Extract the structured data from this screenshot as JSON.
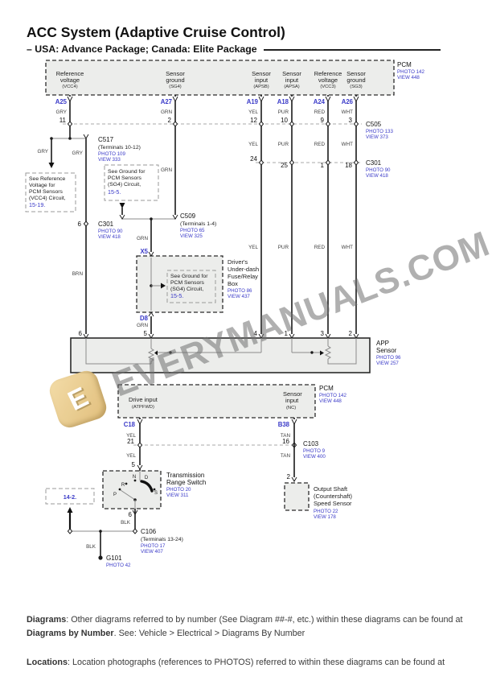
{
  "page": {
    "title": "ACC System (Adaptive Cruise Control)",
    "subtitle": "– USA: Advance Package; Canada: Elite Package"
  },
  "watermark": {
    "text": "EVERYMANUALS.COM",
    "logo_letter": "E"
  },
  "pcm_top": {
    "name": "PCM",
    "photo": "PHOTO 142",
    "view": "VIEW 448",
    "t": [
      {
        "l1": "Reference",
        "l2": "voltage",
        "l3": "(VCC4)",
        "pin": "A25",
        "w": "GRY"
      },
      {
        "l1": "Sensor",
        "l2": "ground",
        "l3": "(SG4)",
        "pin": "A27",
        "w": "GRN"
      },
      {
        "l1": "Sensor",
        "l2": "input",
        "l3": "(APSB)",
        "pin": "A19",
        "w": "YEL"
      },
      {
        "l1": "Sensor",
        "l2": "input",
        "l3": "(APSA)",
        "pin": "A18",
        "w": "PUR"
      },
      {
        "l1": "Reference",
        "l2": "voltage",
        "l3": "(VCC3)",
        "pin": "A24",
        "w": "RED"
      },
      {
        "l1": "Sensor",
        "l2": "ground",
        "l3": "(SG3)",
        "pin": "A26",
        "w": "WHT"
      }
    ]
  },
  "c505": {
    "name": "C505",
    "photo": "PHOTO 133",
    "view": "VIEW 373",
    "pins": [
      "11",
      "2",
      "12",
      "10",
      "9",
      "3"
    ]
  },
  "c301_row": {
    "name": "C301",
    "photo": "PHOTO 90",
    "view": "VIEW 418",
    "pins": [
      "24",
      "25",
      "1",
      "18"
    ]
  },
  "c517": {
    "name": "C517",
    "sub": "(Terminals 10-12)",
    "photo": "PHOTO 109",
    "view": "VIEW 333"
  },
  "ref_note": {
    "l1": "See Reference",
    "l2": "Voltage for",
    "l3": "PCM Sensors",
    "l4": "(VCC4) Circuit,",
    "link": "15-19."
  },
  "gnd_note": {
    "l1": "See Ground for",
    "l2": "PCM Sensors",
    "l3": "(SG4) Circuit,",
    "link": "15-5."
  },
  "c301_left": {
    "pin": "6",
    "name": "C301",
    "photo": "PHOTO 90",
    "view": "VIEW 418"
  },
  "c509": {
    "name": "C509",
    "sub": "(Terminals 1-4)",
    "photo": "PHOTO 65",
    "view": "VIEW 325"
  },
  "fuse_box": {
    "x5": "X5",
    "d8": "D8",
    "l1": "Driver's",
    "l2": "Under-dash",
    "l3": "Fuse/Relay",
    "l4": "Box",
    "photo": "PHOTO 86",
    "view": "VIEW 437",
    "note": {
      "l1": "See Ground for",
      "l2": "PCM Sensors",
      "l3": "(SG4) Circuit,",
      "link": "15-5."
    }
  },
  "wires": {
    "gry1": "GRY",
    "grn1": "GRN",
    "yel1": "YEL",
    "pur1": "PUR",
    "red1": "RED",
    "wht1": "WHT",
    "yel2": "YEL",
    "pur2": "PUR",
    "red2": "RED",
    "wht2": "WHT",
    "yel3": "YEL",
    "pur3": "PUR",
    "red3": "RED",
    "wht3": "WHT",
    "gry_branch": "GRY",
    "gry_c517": "GRY",
    "grn_a27": "GRN",
    "grn_c509": "GRN",
    "grn_d8": "GRN",
    "brn": "BRN",
    "yel_c18a": "YEL",
    "yel_c18b": "YEL",
    "tan_b38a": "TAN",
    "tan_b38b": "TAN",
    "blk_trs": "BLK",
    "blk_g101": "BLK"
  },
  "app_sensor": {
    "name1": "APP",
    "name2": "Sensor",
    "photo": "PHOTO 96",
    "view": "VIEW 257",
    "pins": [
      "6",
      "5",
      "4",
      "1",
      "3",
      "2"
    ]
  },
  "pcm_lower": {
    "name": "PCM",
    "photo": "PHOTO 142",
    "view": "VIEW 448",
    "drive1": "Drive input",
    "drive2": "(ATPFWD)",
    "sens1": "Sensor",
    "sens2": "input",
    "sens3": "(NC)",
    "c18": "C18",
    "b38": "B38",
    "pin21": "21",
    "pin16": "16",
    "pin5": "5",
    "pin2": "2"
  },
  "c103": {
    "name": "C103",
    "photo": "PHOTO 9",
    "view": "VIEW 400"
  },
  "trs": {
    "name1": "Transmission",
    "name2": "Range Switch",
    "photo": "PHOTO 20",
    "view": "VIEW 311",
    "p": "P",
    "r": "R",
    "n": "N",
    "d": "D",
    "s": "S",
    "pin6": "6"
  },
  "ref142": {
    "link": "14-2."
  },
  "c106": {
    "name": "C106",
    "sub": "(Terminals 13-24)",
    "photo": "PHOTO 17",
    "view": "VIEW 407"
  },
  "g101": {
    "name": "G101",
    "photo": "PHOTO 42"
  },
  "oss": {
    "l1": "Output Shaft",
    "l2": "(Countershaft)",
    "l3": "Speed Sensor",
    "photo": "PHOTO 22",
    "view": "VIEW 178"
  },
  "footer": {
    "d_bold": "Diagrams",
    "d_rest": ": Other diagrams referred to by number (See Diagram ##-#, etc.) within these diagrams can be found at ",
    "d_bold2": "Diagrams by Number",
    "d_rest2": ". See: Vehicle > Electrical > Diagrams By Number",
    "l_bold": "Locations",
    "l_rest": ": Location photographs (references to PHOTOS) referred to within these diagrams can be found at"
  }
}
